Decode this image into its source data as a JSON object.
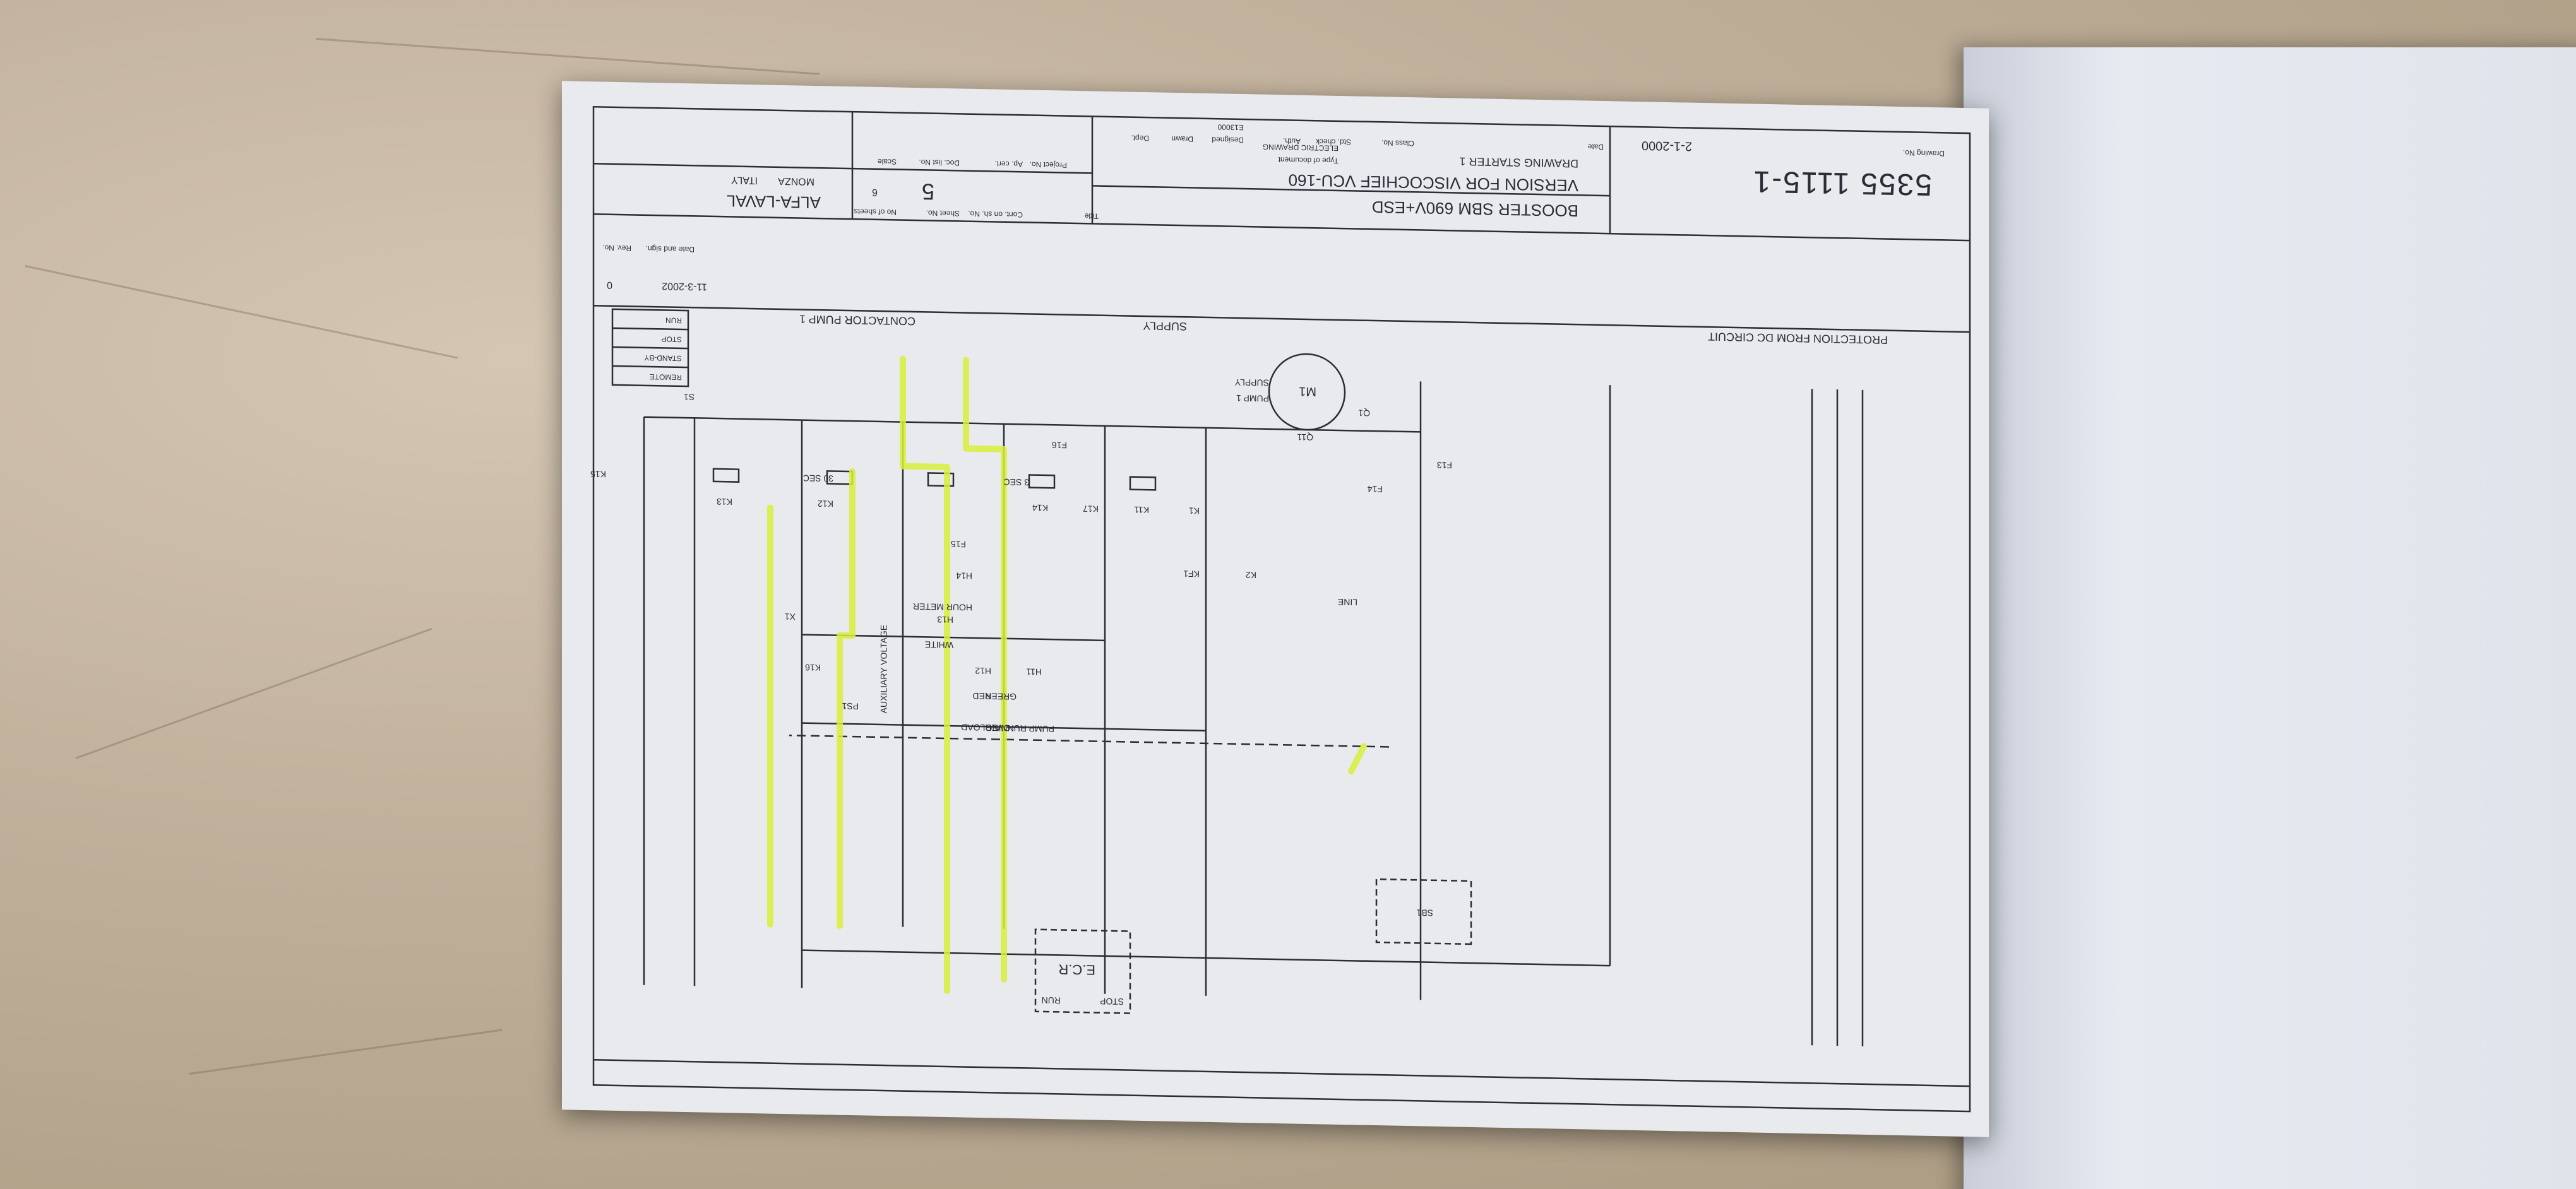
{
  "title_block": {
    "company": "ALFA-LAVAL",
    "location_city": "MONZA",
    "location_country": "ITALY",
    "title_label": "Title",
    "title_line1": "BOOSTER SBM 690V+ESD",
    "title_line2": "VERSION FOR VISCOCHIEF VCU-160",
    "title_line3": "DRAWING STARTER 1",
    "doc_type_label": "Type of document",
    "doc_type": "ELECTRIC DRAWING",
    "drawing_no_label": "Drawing No.",
    "drawing_no": "5355 1115-1",
    "date_label": "Date",
    "date": "2-1-2000",
    "sheet_no": "5",
    "sheets": "6",
    "sheet_label": "Sheet No.",
    "no_of_sheets_label": "No of sheets",
    "cont_label": "Cont. on sh. No.",
    "scale_label": "Scale",
    "doc_list_label": "Doc. list No.",
    "project_label": "Project No.",
    "ap_cert": "Ap. cert.",
    "class_label": "Class No.",
    "std_check_label": "Std. check",
    "auth_label": "Auth.",
    "designed_label": "Designed",
    "drawn_label": "Drawn",
    "dept_label": "Dept.",
    "designed_by": "E13000",
    "rev_label": "Rev. No.",
    "rev_date_label": "Date and sign.",
    "rev_no": "0",
    "rev_date": "11-3-2002"
  },
  "labels": {
    "supply": "SUPPLY",
    "contactor_pump": "CONTACTOR PUMP 1",
    "protection": "PROTECTION FROM DC CIRCUIT",
    "motor": "M1",
    "pump": "PUMP 1",
    "supply2": "SUPPLY",
    "hour_meter": "HOUR METER",
    "auxiliary_voltage": "AUXILIARY VOLTAGE",
    "white": "WHITE",
    "red": "RED",
    "green": "GREEN",
    "overload": "OVERLOAD",
    "pump_running": "PUMP RUNNING",
    "ecr": "E.C.R",
    "stop": "STOP",
    "run": "RUN",
    "sec30": "30 SEC",
    "sec3": "3 SEC",
    "remote": "REMOTE",
    "standby": "STAND-BY",
    "stop2": "STOP",
    "run2": "RUN",
    "s1": "S1",
    "k12": "K12",
    "k13": "K13",
    "k14": "K14",
    "k15": "K15",
    "k16": "K16",
    "k17": "K17",
    "k11": "K11",
    "k1": "K1",
    "k2": "K2",
    "kf1": "KF1",
    "h11": "H11",
    "h12": "H12",
    "h13": "H13",
    "h14": "H14",
    "f13": "F13",
    "f14": "F14",
    "f15": "F15",
    "f16": "F16",
    "q1": "Q1",
    "q11": "Q11",
    "sb1": "SB1",
    "ps1": "PS1",
    "x1": "X1",
    "line": "LINE"
  },
  "colors": {
    "paper": "#e9eaee",
    "ink": "#2a2d36",
    "highlight": "#d8ef3a"
  }
}
